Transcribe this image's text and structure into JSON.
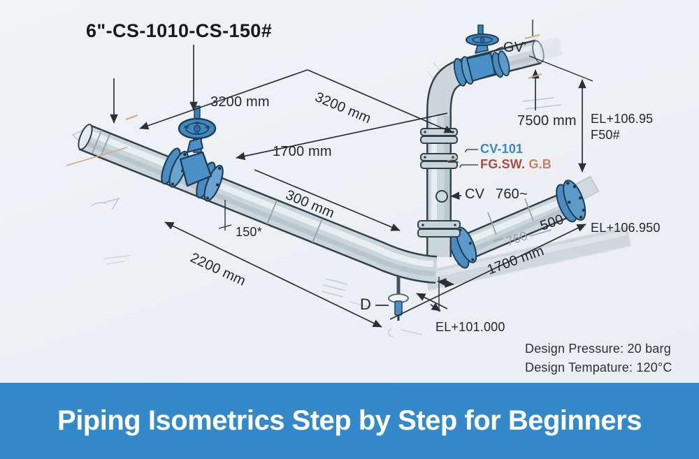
{
  "header": {
    "line_number": "6\"-CS-1010-CS-150#"
  },
  "dimensions": {
    "d3200_left": "3200 mm",
    "d3200_diag": "3200 mm",
    "d1700_top": "1700 mm",
    "d300": "300 mm",
    "d150": "150*",
    "d2200": "2200 mm",
    "d7500": "7500 mm",
    "d760_tilde": "760~",
    "d500": "500",
    "d760_ghost": "760",
    "d1700_bottom": "1700 mm"
  },
  "tags": {
    "gv": "GV'",
    "cv": "CV",
    "cv101": "CV-101",
    "fg_sw": "FG.SW.",
    "g_b": "G.B",
    "drain": "D",
    "f_rating": "F50#"
  },
  "elevations": {
    "top": "EL+106.95",
    "mid": "EL+106.950",
    "bottom": "EL+101.000"
  },
  "notes": {
    "pressure": "Design Pressure: 20 barg",
    "temperature": "Design Tempature: 120°C"
  },
  "banner": {
    "title": "Piping Isometrics Step by Step for Beginners"
  },
  "colors": {
    "background": "#edeff4",
    "banner_bg": "#3489cb",
    "banner_text": "#ffffff",
    "ink": "#23272c",
    "pipe_fill": "#cbd5dc",
    "pipe_outline": "#31424e",
    "valve_blue": "#4a90c6",
    "flange_blue": "#5b9ac9",
    "tag_blue": "#3a85c8",
    "tag_red": "#b04a42",
    "tag_orange": "#c9805d",
    "ghost_blue": "#a9c6de",
    "weld_tan": "#cdaa77",
    "dim_gray": "#98a2aa"
  }
}
